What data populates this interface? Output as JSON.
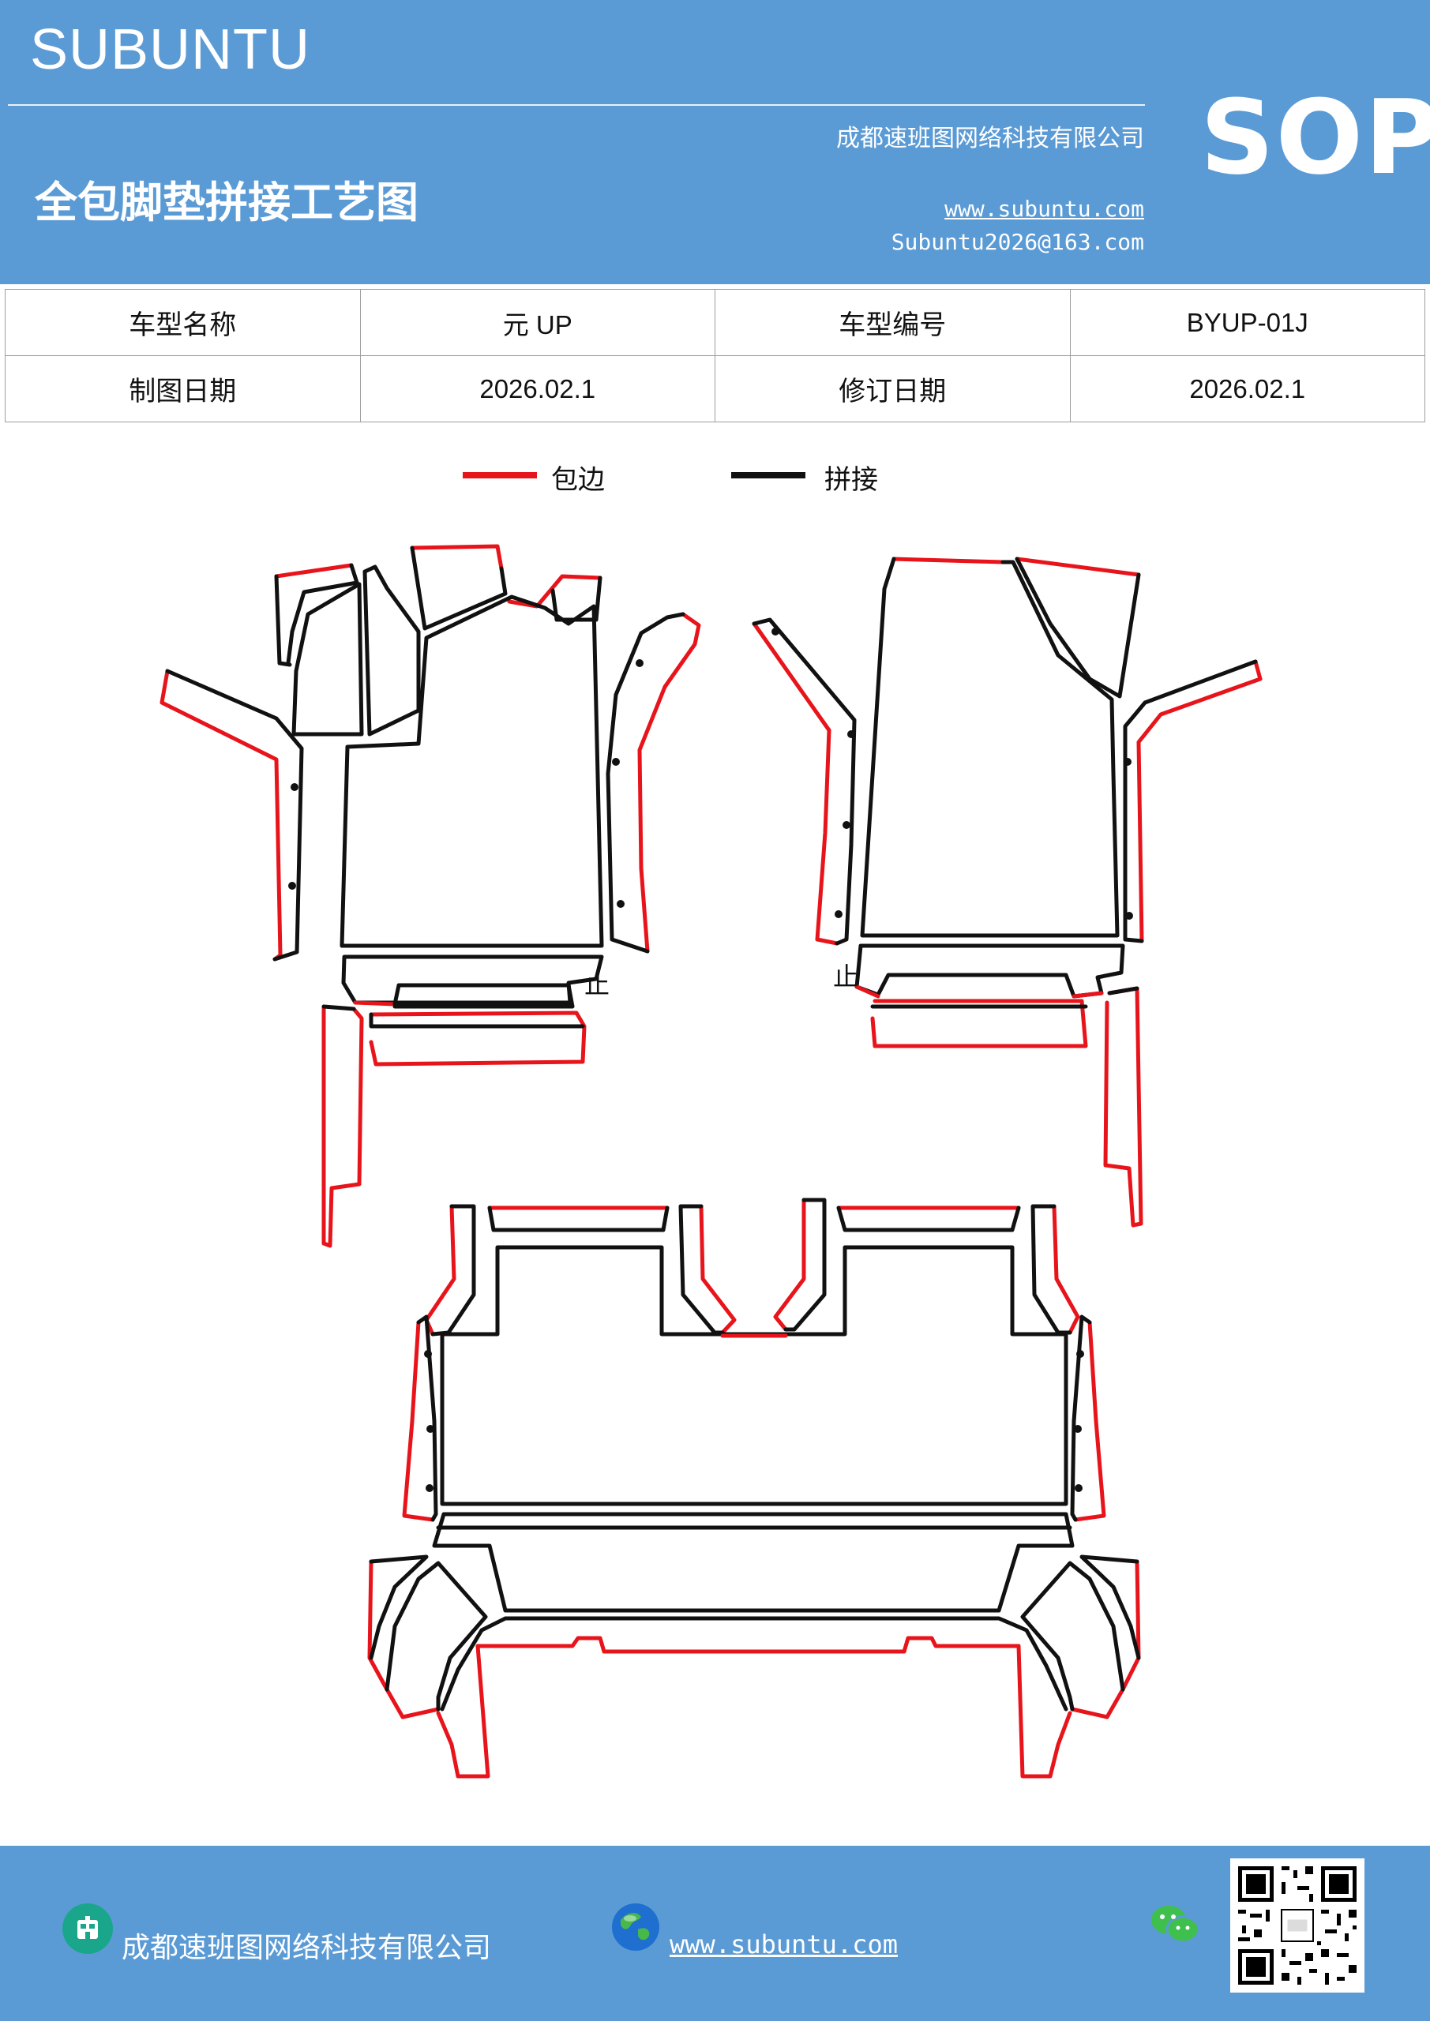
{
  "header": {
    "brand": "SUBUNTU",
    "title": "全包脚垫拼接工艺图",
    "company": "成都速班图网络科技有限公司",
    "website": "www.subuntu.com",
    "email": "Subuntu2026@163.com",
    "badge": "SOP"
  },
  "info_table": {
    "rows": [
      [
        {
          "text": "车型名称",
          "kind": "label"
        },
        {
          "text": "元 UP",
          "kind": "value"
        },
        {
          "text": "车型编号",
          "kind": "label"
        },
        {
          "text": "BYUP-01J",
          "kind": "value"
        }
      ],
      [
        {
          "text": "制图日期",
          "kind": "label"
        },
        {
          "text": "2026.02.1",
          "kind": "value"
        },
        {
          "text": "修订日期",
          "kind": "label"
        },
        {
          "text": "2026.02.1",
          "kind": "value"
        }
      ]
    ]
  },
  "legend": {
    "items": [
      {
        "label": "包边",
        "color": "#e8141b"
      },
      {
        "label": "拼接",
        "color": "#111111"
      }
    ]
  },
  "drawing": {
    "marks": [
      "止",
      "止"
    ],
    "edge_color": "#e8141b",
    "seam_color": "#111111"
  },
  "footer": {
    "company": "成都速班图网络科技有限公司",
    "website": "www.subuntu.com"
  },
  "icons": [
    "building-icon",
    "globe-icon",
    "wechat-icon",
    "qr-code"
  ]
}
